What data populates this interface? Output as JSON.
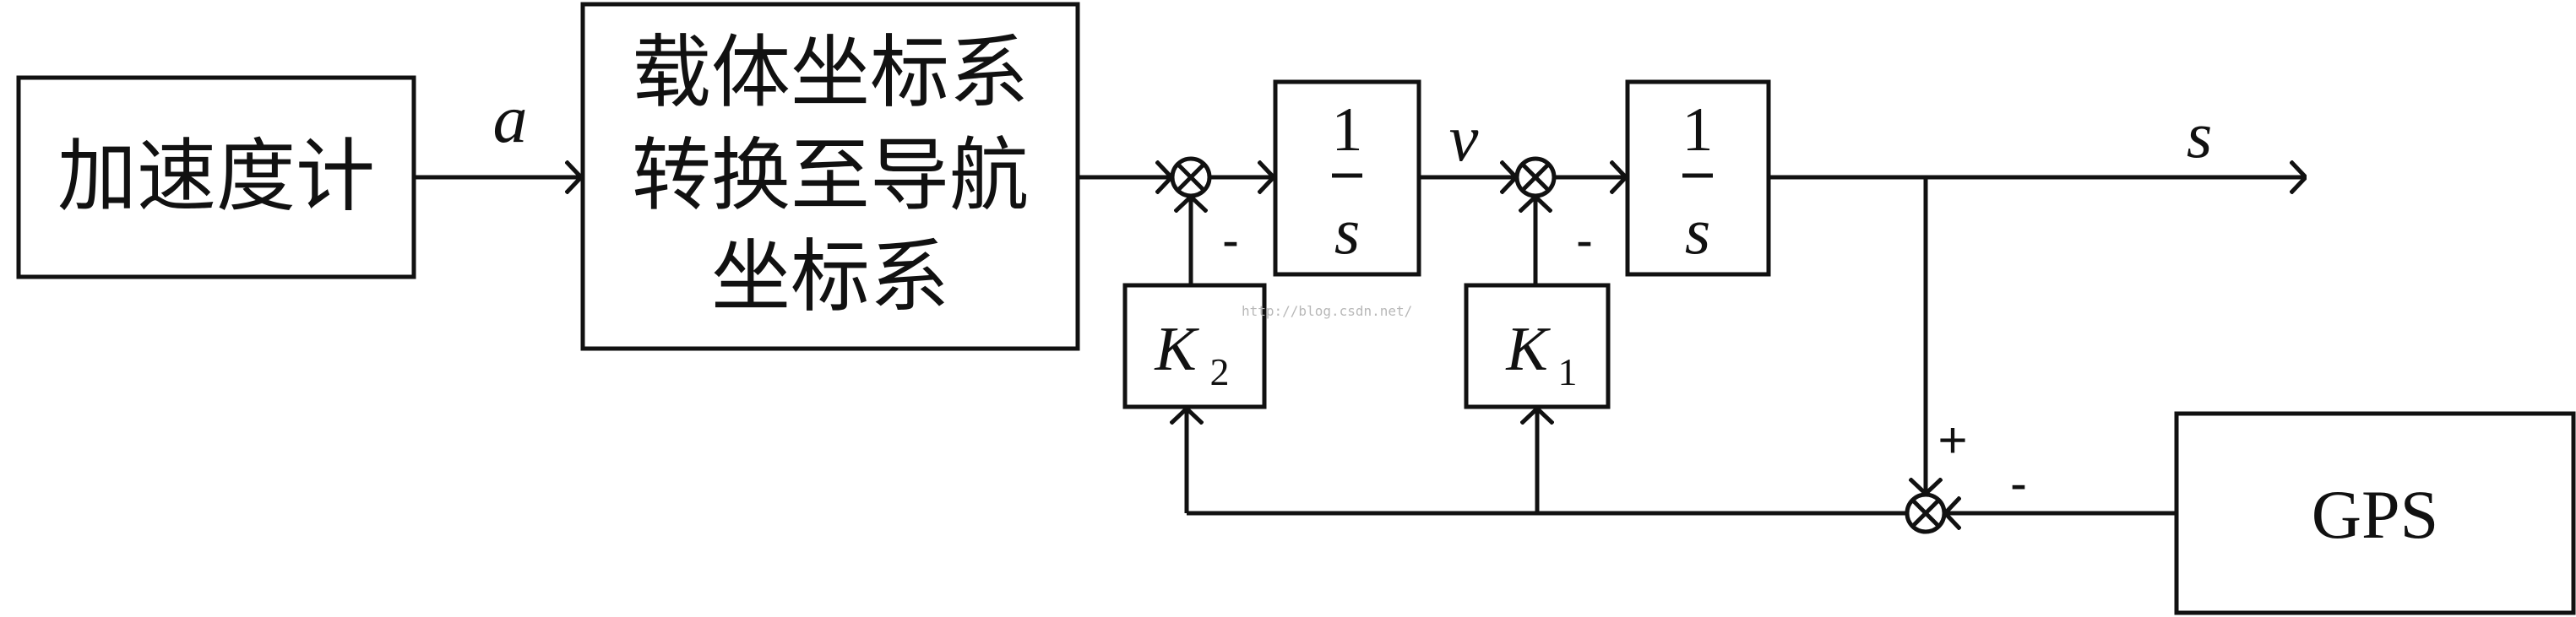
{
  "blocks": {
    "accelerometer": "加速度计",
    "transform": [
      "载体坐标系",
      "转换至导航",
      "坐标系"
    ],
    "integrator": {
      "numerator": "1",
      "denominator": "s"
    },
    "gain_k2": {
      "symbol": "K",
      "subscript": "2"
    },
    "gain_k1": {
      "symbol": "K",
      "subscript": "1"
    },
    "gps": "GPS"
  },
  "signals": {
    "acceleration": "a",
    "velocity": "v",
    "position": "s"
  },
  "signs": {
    "sum1_feedback": "-",
    "sum2_feedback": "-",
    "sum3_plus": "+",
    "sum3_minus": "-"
  },
  "watermark": "http://blog.csdn.net/"
}
